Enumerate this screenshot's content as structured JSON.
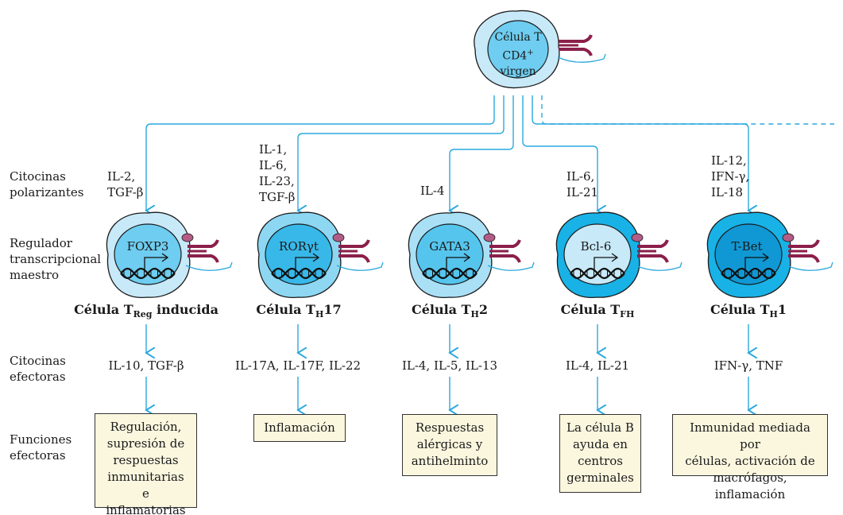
{
  "colors": {
    "line": "#2aa8df",
    "cell_outer_light": "#c8e9f8",
    "cell_nucleus_light": "#6ecdf0",
    "cell_outer_mid": "#8dd7f3",
    "cell_nucleus_mid": "#38b8e8",
    "cell_outer_dark": "#18b2e6",
    "cell_nucleus_dark": "#1098d4",
    "receptor": "#8b1f4a",
    "box_fill": "#fbf7df"
  },
  "naive_cell": {
    "line1": "Célula T",
    "line2": "CD4",
    "line2_sup": "+",
    "line3": "virgen"
  },
  "row_labels": {
    "polarizing": [
      "Citocinas",
      "polarizantes"
    ],
    "regulator": [
      "Regulador",
      "transcripcional",
      "maestro"
    ],
    "effector_cytokines": [
      "Citocinas",
      "efectoras"
    ],
    "effector_functions": [
      "Funciones",
      "efectoras"
    ]
  },
  "subsets": [
    {
      "name_pre": "Célula T",
      "name_sub": "Reg",
      "name_post": " inducida",
      "regulator": "FOXP3",
      "polarizing": [
        "IL-2,",
        "TGF-β"
      ],
      "effector": "IL-10, TGF-β",
      "function": [
        "Regulación,",
        "supresión de",
        "respuestas",
        "inmunitarias",
        "e inflamatorias"
      ]
    },
    {
      "name_pre": "Célula T",
      "name_sub": "H",
      "name_post": "17",
      "regulator": "RORγt",
      "polarizing": [
        "IL-1,",
        "IL-6,",
        "IL-23,",
        "TGF-β"
      ],
      "effector": "IL-17A, IL-17F, IL-22",
      "function": [
        "Inflamación"
      ]
    },
    {
      "name_pre": "Célula T",
      "name_sub": "H",
      "name_post": "2",
      "regulator": "GATA3",
      "polarizing": [
        "IL-4"
      ],
      "effector": "IL-4, IL-5, IL-13",
      "function": [
        "Respuestas",
        "alérgicas y",
        "antihelminto"
      ]
    },
    {
      "name_pre": "Célula T",
      "name_sub": "FH",
      "name_post": "",
      "regulator": "Bcl-6",
      "polarizing": [
        "IL-6,",
        "IL-21"
      ],
      "effector": "IL-4, IL-21",
      "function": [
        "La célula B",
        "ayuda en",
        "centros",
        "germinales"
      ]
    },
    {
      "name_pre": "Célula T",
      "name_sub": "H",
      "name_post": "1",
      "regulator": "T-Bet",
      "polarizing": [
        "IL-12,",
        "IFN-γ,",
        "IL-18"
      ],
      "effector": "IFN-γ, TNF",
      "function": [
        "Inmunidad mediada por",
        "células, activación de",
        "macrófagos, inflamación"
      ]
    }
  ]
}
